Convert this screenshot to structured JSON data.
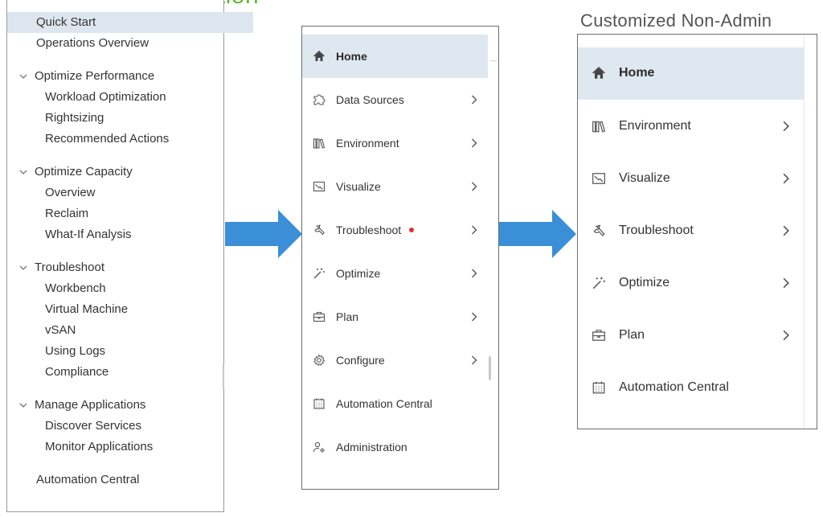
{
  "heading_fragment": "ep Up – Navigation",
  "old_menu": {
    "top_items": [
      {
        "label": "Quick Start",
        "selected": true
      },
      {
        "label": "Operations Overview",
        "selected": false
      }
    ],
    "sections": [
      {
        "label": "Optimize Performance",
        "items": [
          "Workload Optimization",
          "Rightsizing",
          "Recommended Actions"
        ]
      },
      {
        "label": "Optimize Capacity",
        "items": [
          "Overview",
          "Reclaim",
          "What-If Analysis"
        ]
      },
      {
        "label": "Troubleshoot",
        "items": [
          "Workbench",
          "Virtual Machine",
          "vSAN",
          "Using Logs",
          "Compliance"
        ]
      },
      {
        "label": "Manage Applications",
        "items": [
          "Discover Services",
          "Monitor Applications"
        ]
      }
    ],
    "bottom_item": "Automation Central"
  },
  "new_menu": {
    "items": [
      {
        "label": "Home",
        "icon": "home-icon",
        "chevron": false,
        "selected": true,
        "bold": true
      },
      {
        "label": "Data Sources",
        "icon": "puzzle-icon",
        "chevron": true
      },
      {
        "label": "Environment",
        "icon": "library-icon",
        "chevron": true
      },
      {
        "label": "Visualize",
        "icon": "chart-icon",
        "chevron": true
      },
      {
        "label": "Troubleshoot",
        "icon": "wrench-icon",
        "chevron": true,
        "alert_dot": true
      },
      {
        "label": "Optimize",
        "icon": "magic-wand-icon",
        "chevron": true
      },
      {
        "label": "Plan",
        "icon": "briefcase-icon",
        "chevron": true
      },
      {
        "label": "Configure",
        "icon": "gear-icon",
        "chevron": true
      },
      {
        "label": "Automation Central",
        "icon": "calendar-icon",
        "chevron": false
      },
      {
        "label": "Administration",
        "icon": "user-settings-icon",
        "chevron": false
      }
    ]
  },
  "nonadmin_menu": {
    "title": "Customized Non-Admin",
    "items": [
      {
        "label": "Home",
        "icon": "home-icon",
        "chevron": false,
        "selected": true,
        "bold": true
      },
      {
        "label": "Environment",
        "icon": "library-icon",
        "chevron": true
      },
      {
        "label": "Visualize",
        "icon": "chart-icon",
        "chevron": true
      },
      {
        "label": "Troubleshoot",
        "icon": "wrench-icon",
        "chevron": true
      },
      {
        "label": "Optimize",
        "icon": "magic-wand-icon",
        "chevron": true
      },
      {
        "label": "Plan",
        "icon": "briefcase-icon",
        "chevron": true
      },
      {
        "label": "Automation Central",
        "icon": "calendar-icon",
        "chevron": false
      }
    ]
  },
  "colors": {
    "arrow": "#3a8fd8",
    "selected_bg": "#dfe8f1",
    "alert_dot": "#d9352b",
    "heading_green": "#5fb52e"
  }
}
